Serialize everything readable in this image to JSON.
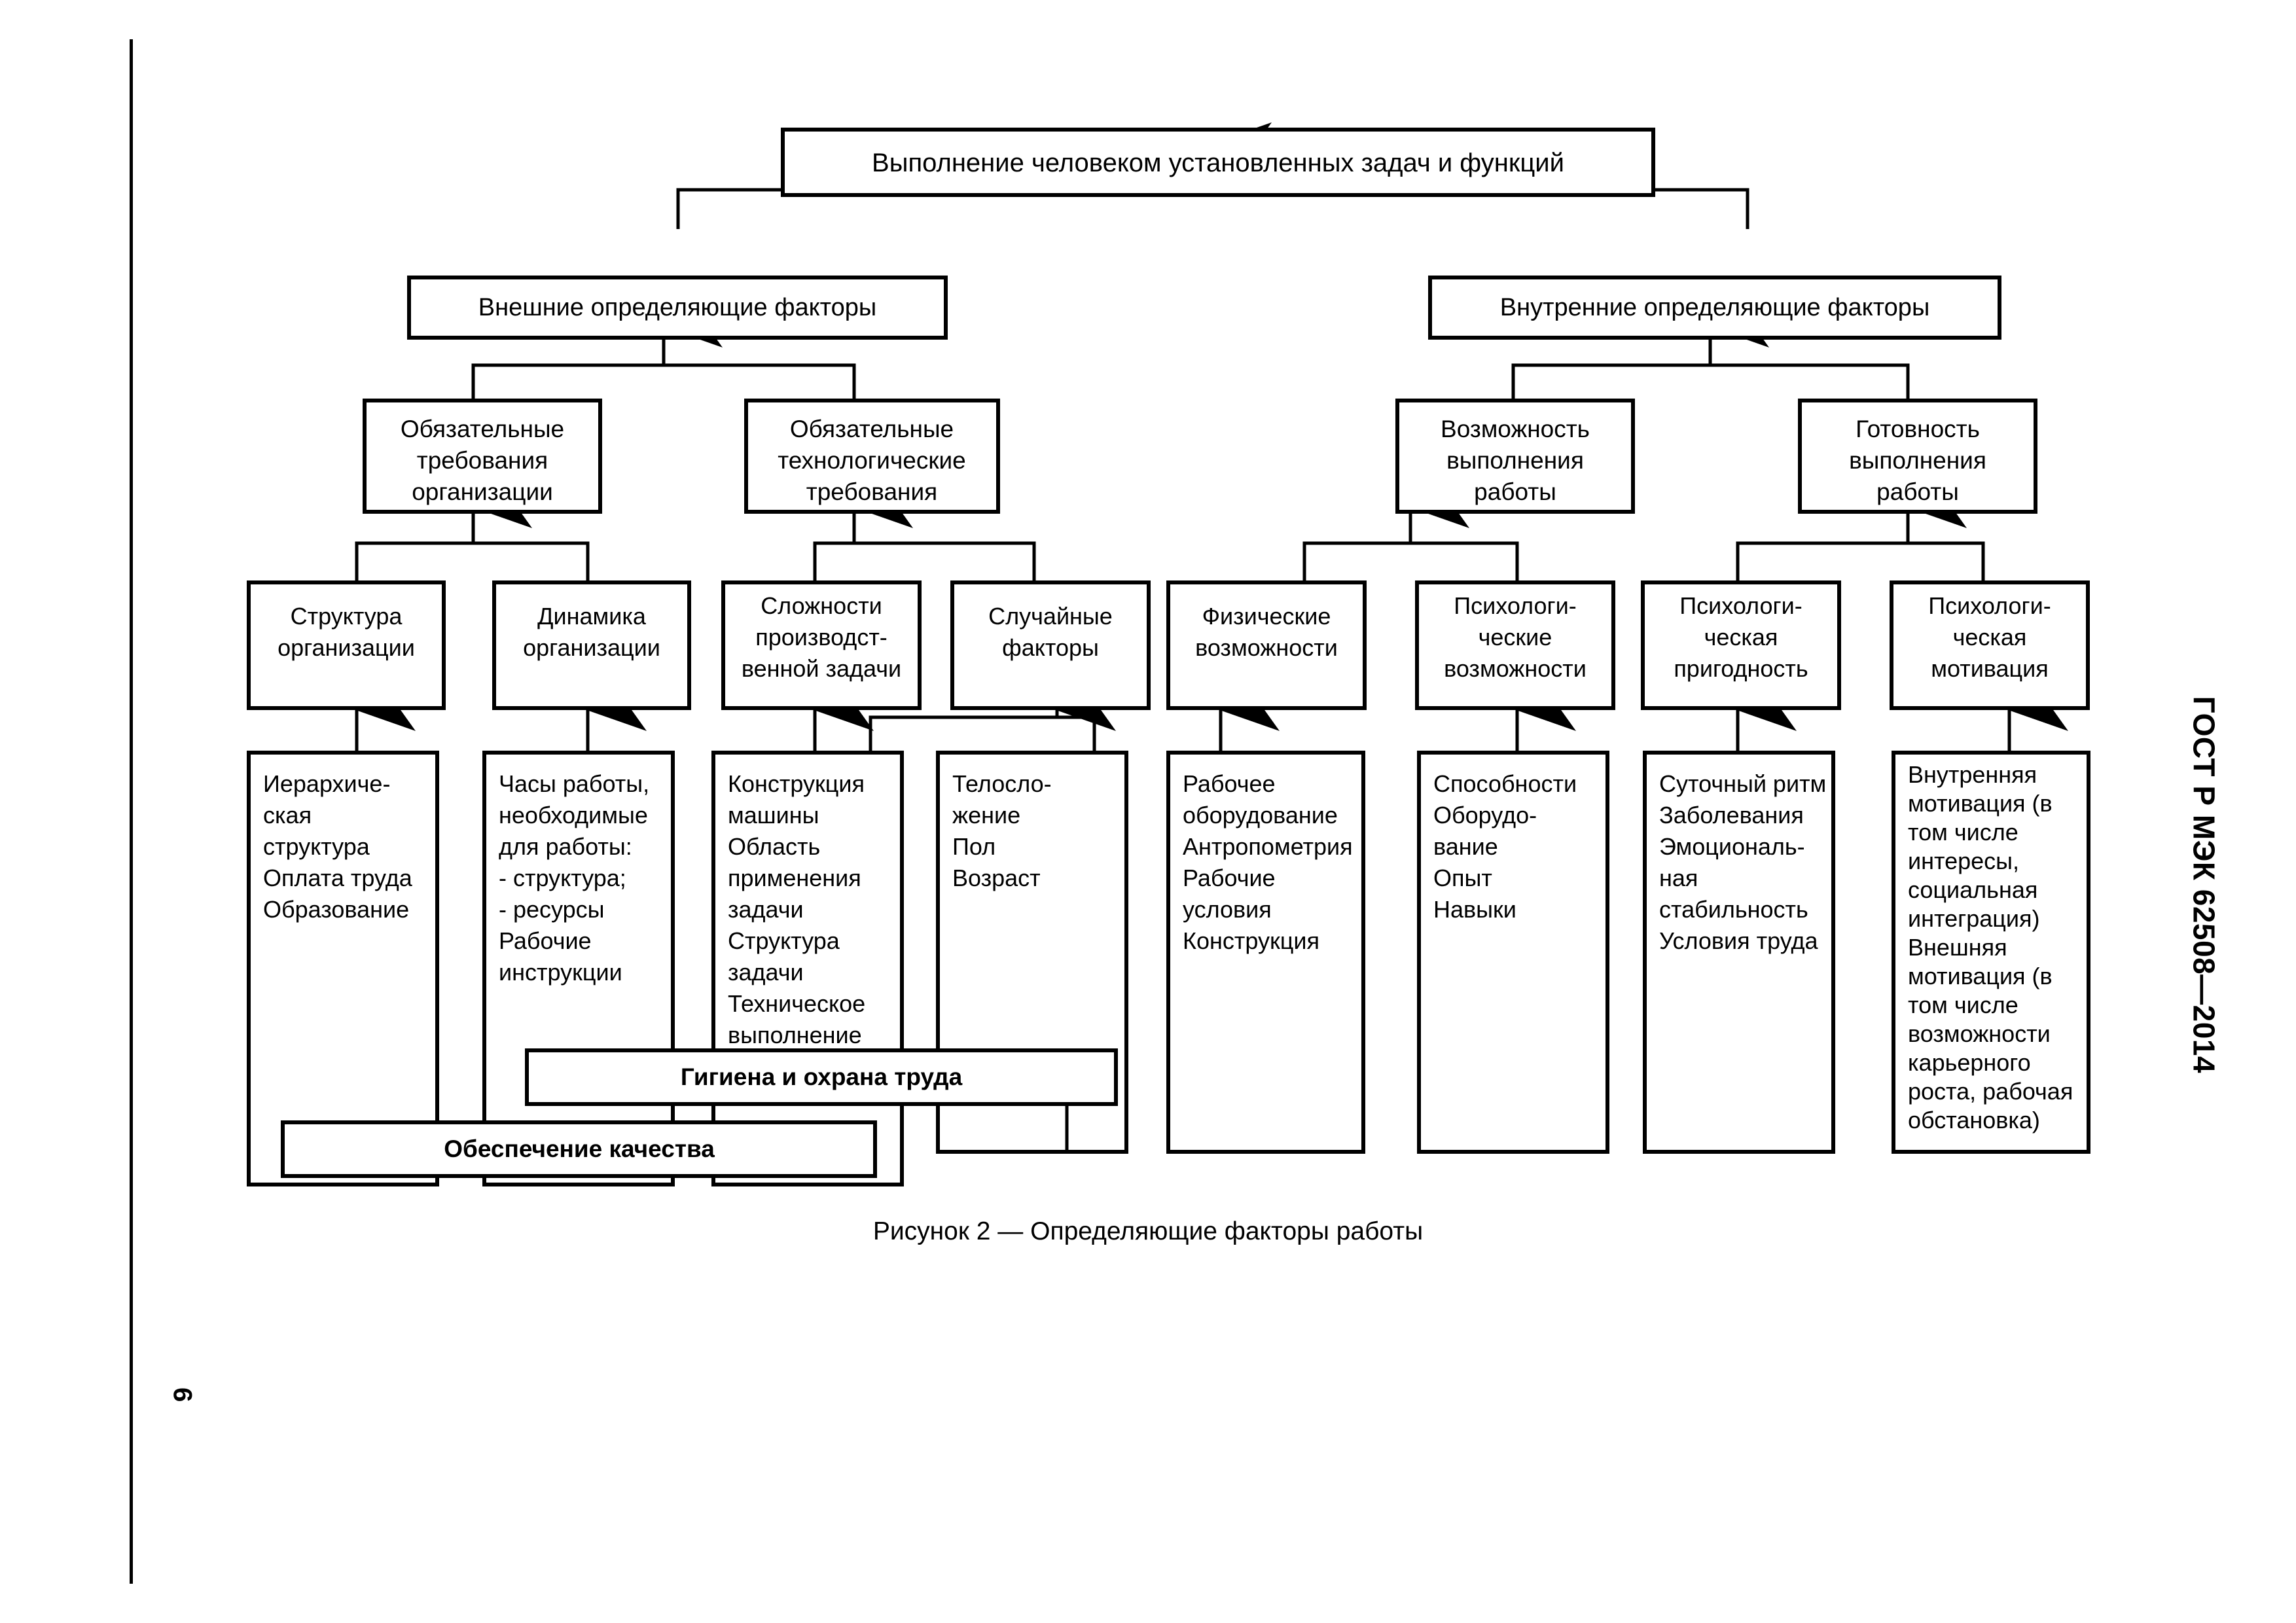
{
  "document": {
    "standard_label": "ГОСТ Р МЭК 62508—2014",
    "page_number": "9",
    "figure_caption": "Рисунок 2 — Определяющие факторы работы"
  },
  "diagram": {
    "root": {
      "label": "Выполнение человеком установленных задач и функций"
    },
    "level2": [
      {
        "label": "Внешние определяющие факторы"
      },
      {
        "label": "Внутренние определяющие факторы"
      }
    ],
    "level3": [
      {
        "lines": [
          "Обязательные",
          "требования",
          "организации"
        ]
      },
      {
        "lines": [
          "Обязательные",
          "технологические",
          "требования"
        ]
      },
      {
        "lines": [
          "Возможность",
          "выполнения",
          "работы"
        ]
      },
      {
        "lines": [
          "Готовность",
          "выполнения",
          "работы"
        ]
      }
    ],
    "level4": [
      {
        "lines": [
          "Структура",
          "организации"
        ]
      },
      {
        "lines": [
          "Динамика",
          "организации"
        ]
      },
      {
        "lines": [
          "Сложности",
          "производст-",
          "венной задачи"
        ]
      },
      {
        "lines": [
          "Случайные",
          "факторы"
        ]
      },
      {
        "lines": [
          "Физические",
          "возможности"
        ]
      },
      {
        "lines": [
          "Психологи-",
          "ческие",
          "возможности"
        ]
      },
      {
        "lines": [
          "Психологи-",
          "ческая",
          "пригодность"
        ]
      },
      {
        "lines": [
          "Психологи-",
          "ческая",
          "мотивация"
        ]
      }
    ],
    "leaves": [
      {
        "lines": [
          "Иерархиче-",
          "ская",
          "структура",
          "Оплата труда",
          "Образование"
        ]
      },
      {
        "lines": [
          "Часы работы,",
          "необходимые",
          "для работы:",
          "  - структура;",
          "  - ресурсы",
          "Рабочие",
          "инструкции"
        ]
      },
      {
        "lines": [
          "Конструкция",
          "машины",
          "Область",
          "применения",
          "задачи",
          "Структура",
          "задачи",
          "Техническое",
          "выполнение"
        ]
      },
      {
        "lines": [
          "Телосло-",
          "жение",
          "Пол",
          "Возраст"
        ]
      },
      {
        "lines": [
          "Рабочее",
          "оборудование",
          "Антропометрия",
          "Рабочие",
          "условия",
          "Конструкция"
        ]
      },
      {
        "lines": [
          "Способности",
          "Оборудо-",
          "вание",
          "Опыт",
          "Навыки"
        ]
      },
      {
        "lines": [
          "Суточный ритм",
          "Заболевания",
          "Эмоциональ-",
          "ная",
          "стабильность",
          "Условия труда"
        ]
      },
      {
        "lines": [
          "Внутренняя",
          "мотивация (в",
          "том числе",
          "интересы,",
          "социальная",
          "интеграция)",
          "Внешняя",
          "мотивация (в",
          "том числе",
          "возможности",
          "карьерного",
          "роста, рабочая",
          "обстановка)"
        ]
      }
    ],
    "overlay_bars": [
      {
        "label": "Гигиена и охрана труда"
      },
      {
        "label": "Обеспечение качества"
      }
    ]
  }
}
